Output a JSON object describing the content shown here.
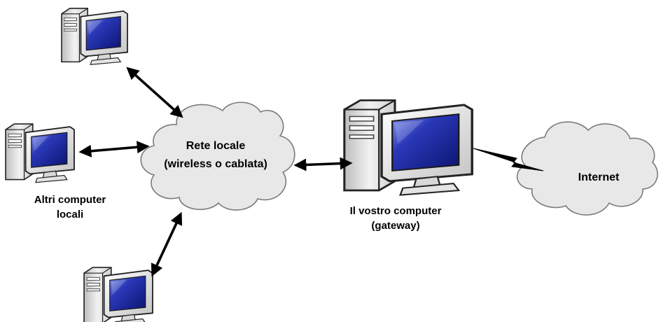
{
  "lan_cloud": {
    "line1": "Rete locale",
    "line2": "(wireless o cablata)"
  },
  "internet_cloud": {
    "label": "Internet"
  },
  "local_computers": {
    "line1": "Altri computer",
    "line2": "locali"
  },
  "gateway": {
    "line1": "Il vostro computer",
    "line2": "(gateway)"
  },
  "colors": {
    "cloud_fill": "#e8e8e8",
    "cloud_stroke": "#7a7a7a",
    "screen": "#2230a8",
    "screen_light": "#6c7ce0",
    "case": "#e6e6e6",
    "arrow": "#000000"
  },
  "icons": [
    "computer-icon",
    "cloud-icon",
    "double-arrow-icon",
    "lightning-link-icon"
  ]
}
